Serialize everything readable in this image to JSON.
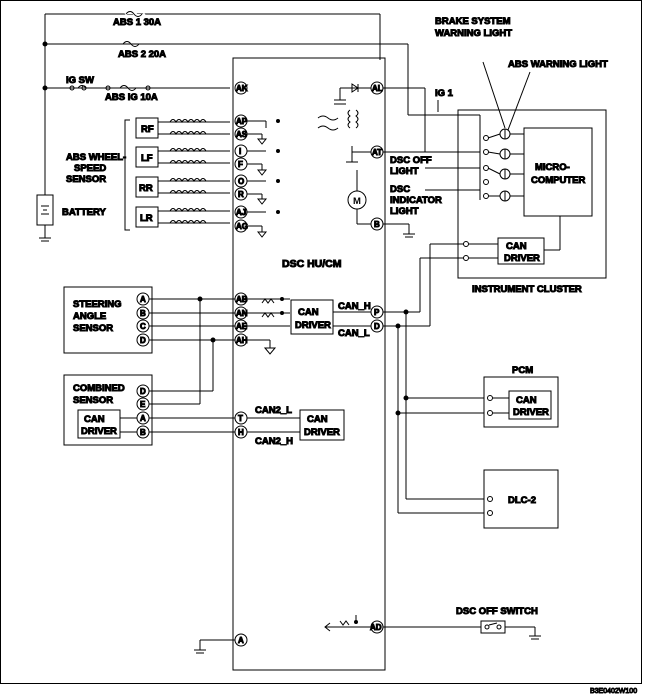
{
  "labels": {
    "fuse_abs1": "ABS 1 30A",
    "fuse_abs2": "ABS 2 20A",
    "ig_sw": "IG SW",
    "fuse_abs_ig": "ABS IG 10A",
    "battery": "BATTERY",
    "wheel_sensor_1": "ABS WHEEL-",
    "wheel_sensor_2": "SPEED",
    "wheel_sensor_3": "SENSOR",
    "rf": "RF",
    "lf": "LF",
    "rr": "RR",
    "lr": "LR",
    "dsc_hu_cm": "DSC HU/CM",
    "motor": "M",
    "dsc_off_light_1": "DSC OFF",
    "dsc_off_light_2": "LIGHT",
    "dsc_indicator_1": "DSC",
    "dsc_indicator_2": "INDICATOR",
    "dsc_indicator_3": "LIGHT",
    "brake_warning_1": "BRAKE SYSTEM",
    "brake_warning_2": "WARNING LIGHT",
    "abs_warning": "ABS WARNING LIGHT",
    "ig1": "IG 1",
    "instrument_cluster": "INSTRUMENT CLUSTER",
    "micro_1": "MICRO-",
    "micro_2": "COMPUTER",
    "can": "CAN",
    "driver": "DRIVER",
    "steering_1": "STEERING",
    "steering_2": "ANGLE",
    "steering_3": "SENSOR",
    "can_h": "CAN_H",
    "can_l": "CAN_L",
    "pcm": "PCM",
    "dlc2": "DLC-2",
    "combined_1": "COMBINED",
    "combined_2": "SENSOR",
    "can2_l": "CAN2_L",
    "can2_h": "CAN2_H",
    "dsc_off_switch": "DSC OFF SWITCH",
    "figure_code": "B3E0402W100"
  },
  "pins": {
    "ak": "AK",
    "ap": "AP",
    "as": "AS",
    "i": "I",
    "f": "F",
    "o": "O",
    "r": "R",
    "aj": "AJ",
    "ag": "AG",
    "ab": "AB",
    "an": "AN",
    "ae": "AE",
    "ah": "AH",
    "t": "T",
    "h": "H",
    "a": "A",
    "al": "AL",
    "at": "AT",
    "b": "B",
    "p": "P",
    "d": "D",
    "ad": "AD",
    "sa": "A",
    "sb": "B",
    "sc": "C",
    "sd": "D",
    "cd": "D",
    "ce": "E",
    "ca": "A",
    "cb": "B"
  }
}
